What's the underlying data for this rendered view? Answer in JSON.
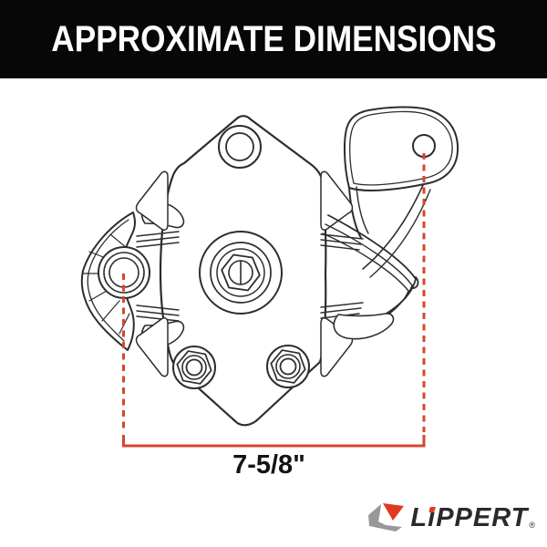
{
  "header": {
    "title": "APPROXIMATE DIMENSIONS",
    "bg_color": "#070707",
    "text_color": "#ffffff"
  },
  "diagram": {
    "dimension_label": "7-5/8\"",
    "dimension_line_color": "#d5472b",
    "drawing_line_color": "#2d2d2d"
  },
  "footer": {
    "brand": "LiPPERT",
    "registered": "®",
    "logo_red": "#e23a1e",
    "logo_gray": "#97989a",
    "logo_text_color": "#2b2a29"
  }
}
